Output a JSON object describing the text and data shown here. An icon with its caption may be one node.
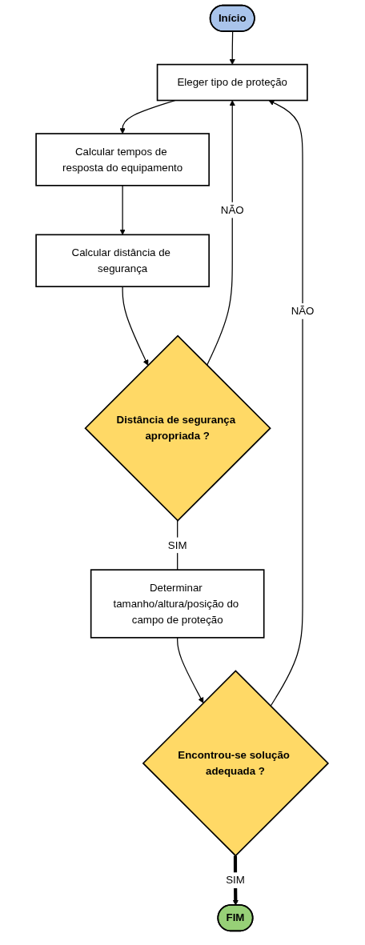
{
  "diagram": {
    "nodes": [
      {
        "text": [
          "Início"
        ]
      },
      {
        "text": [
          "Eleger tipo de proteção"
        ]
      },
      {
        "text": [
          "Calcular tempos de resposta do equipamento"
        ]
      },
      {
        "text": [
          "Calcular distância de segurança"
        ]
      },
      {
        "text": [
          "Distância de segurança apropriada ?"
        ]
      },
      {
        "text": [
          "Determinar tamanho/altura/posição do campo de proteção"
        ]
      },
      {
        "text": [
          "Encontrou-se solução adequada ?"
        ]
      },
      {
        "text": [
          "FIM"
        ]
      }
    ],
    "edges": [
      {
        "from": 0,
        "to": 1,
        "arrow": "to"
      },
      {
        "from": 1,
        "to": 2,
        "arrow": "to"
      },
      {
        "from": 2,
        "to": 3,
        "arrow": "to"
      },
      {
        "from": 3,
        "to": 4,
        "arrow": "to"
      },
      {
        "from": 4,
        "to": 5,
        "arrow": "none",
        "label": "SIM"
      },
      {
        "from": 4,
        "to": 1,
        "arrow": "to",
        "label": "NÃO"
      },
      {
        "from": 5,
        "to": 6,
        "arrow": "to"
      },
      {
        "from": 6,
        "to": 7,
        "arrow": "to",
        "label": "SIM",
        "style": "thick"
      },
      {
        "from": 6,
        "to": 1,
        "arrow": "to",
        "label": "NÃO"
      }
    ]
  }
}
